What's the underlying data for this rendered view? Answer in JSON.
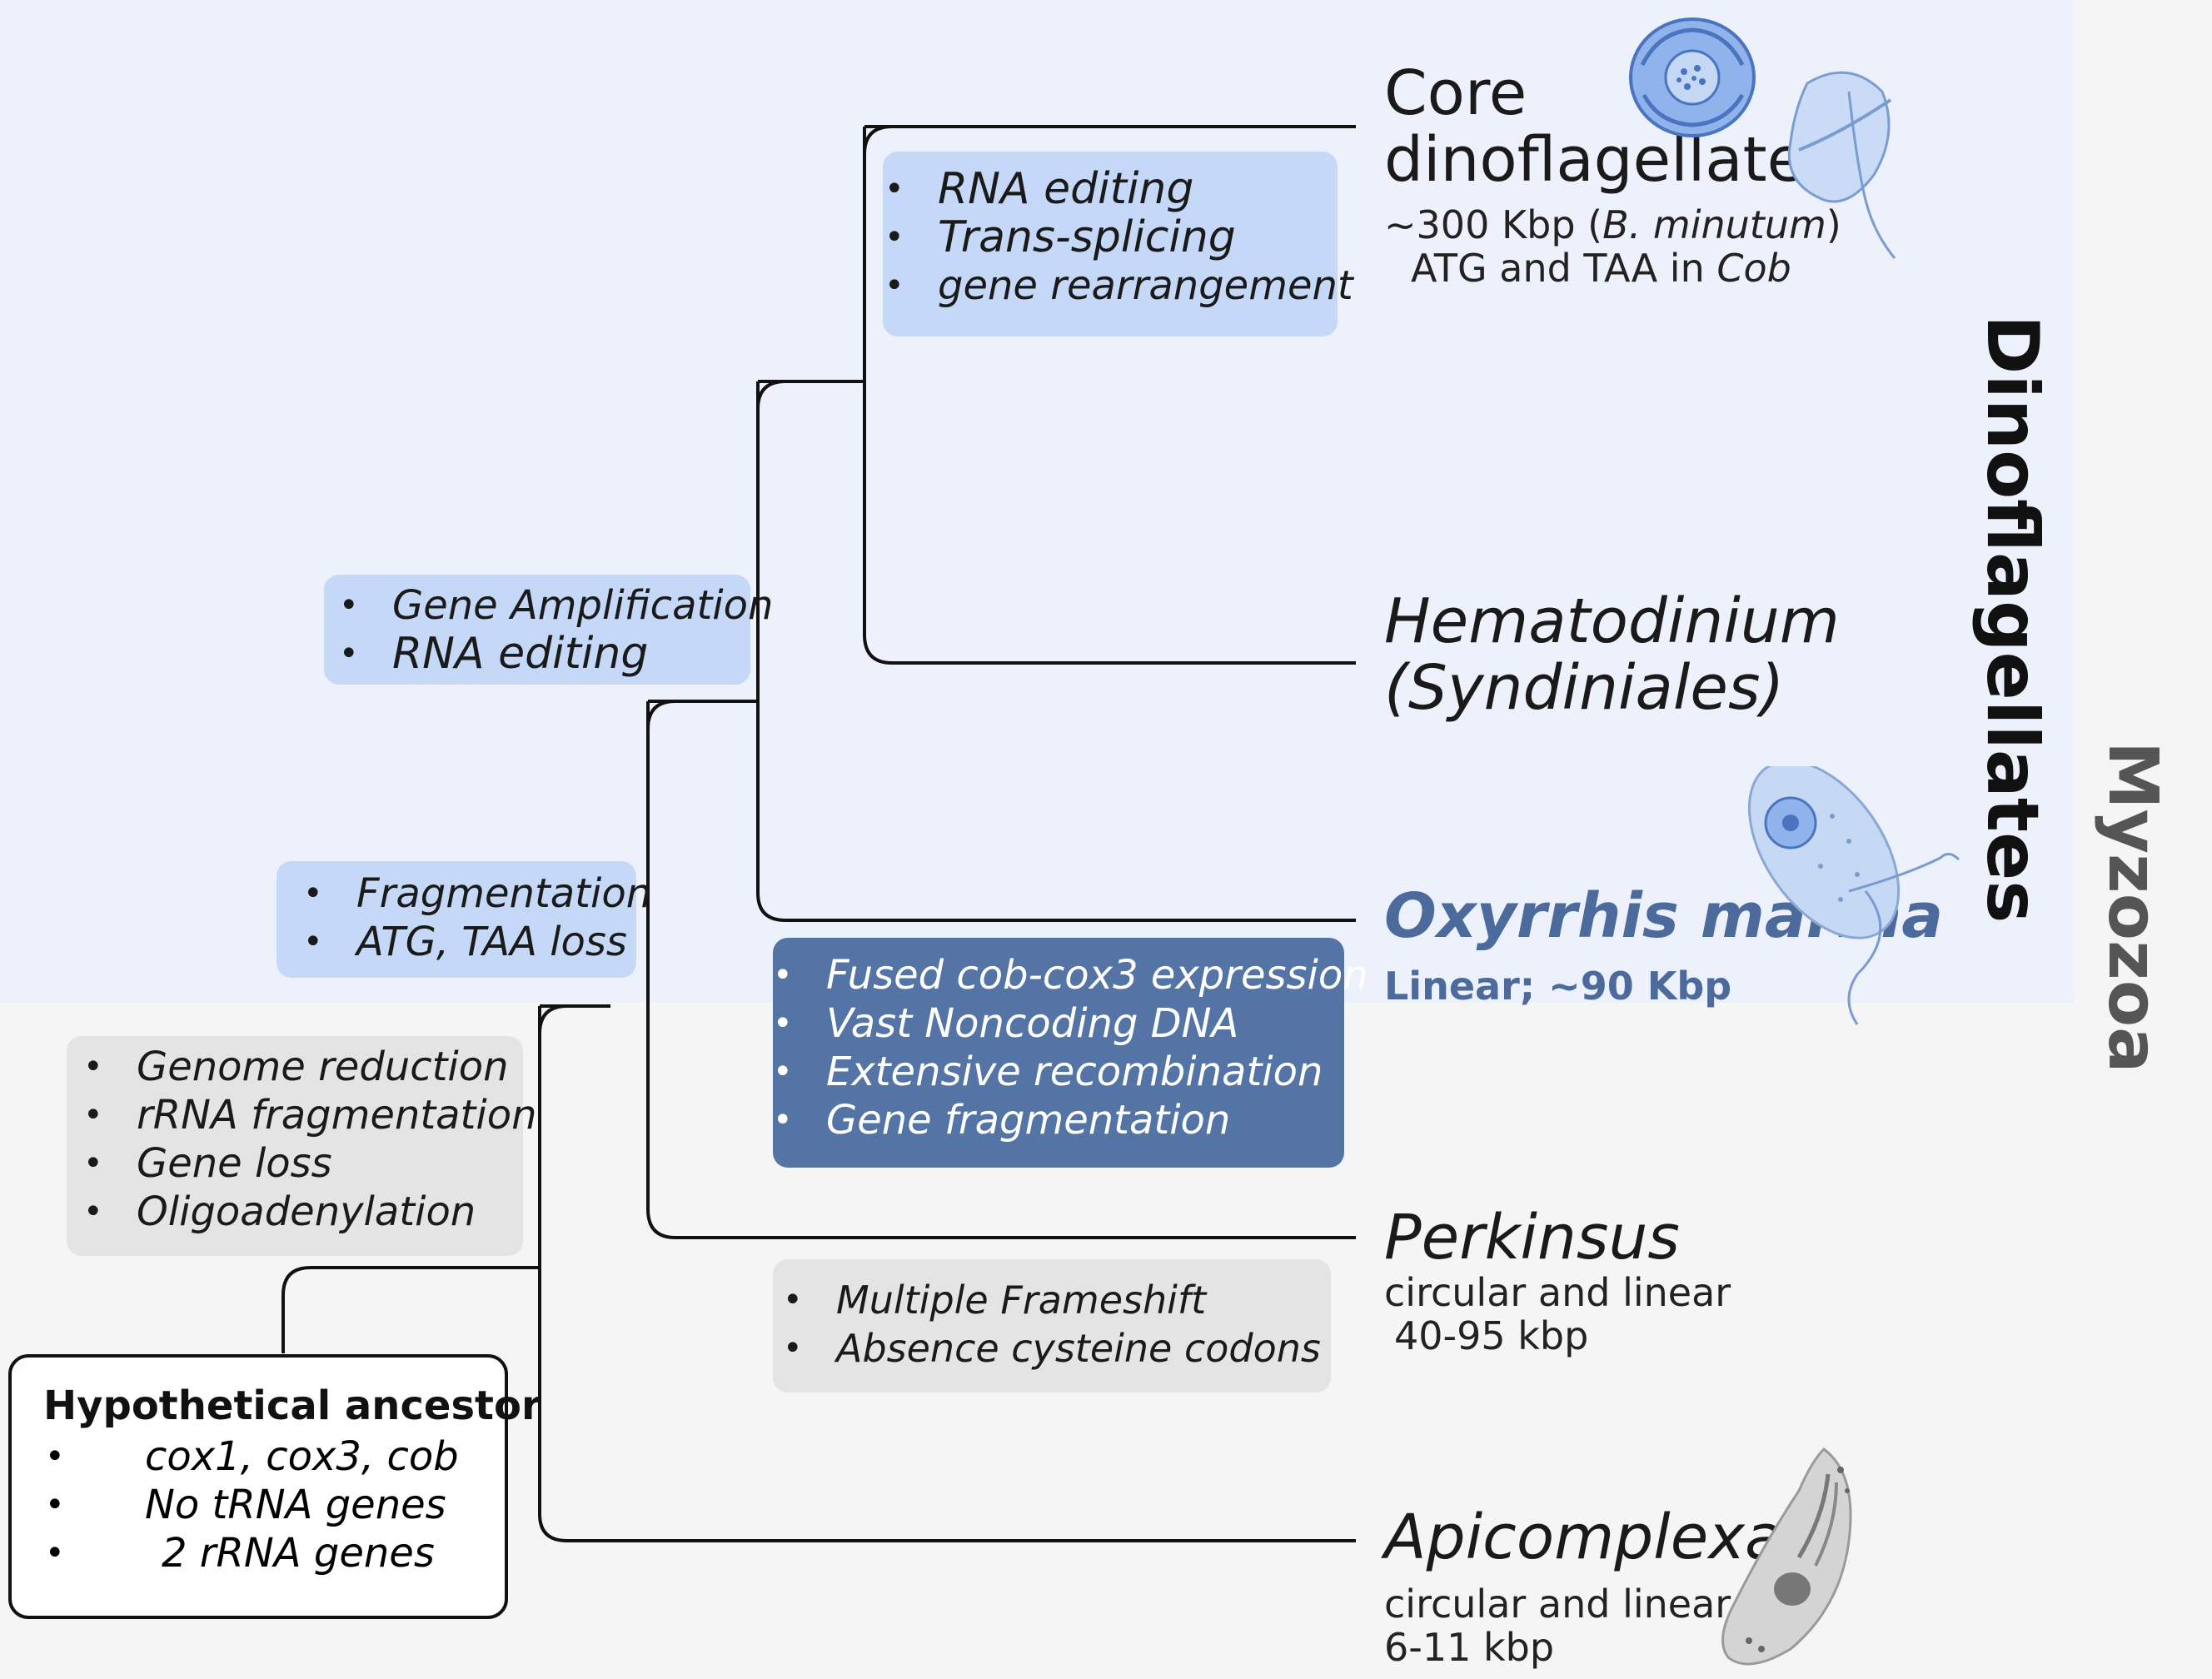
{
  "labels": {
    "dinoflagellates": "Dinoflagellates",
    "myzozoa": "Myzozoa"
  },
  "taxa": {
    "core": {
      "line1": "Core",
      "line2": "dinoflagellates",
      "size_prefix": "~300 Kbp (",
      "size_species": "B. minutum",
      "size_suffix": ")",
      "codon_prefix": "ATG and TAA in ",
      "codon_gene": "Cob"
    },
    "hematodinium": {
      "line1": "Hematodinium",
      "line2": "(Syndiniales)"
    },
    "oxyrrhis": {
      "name": "Oxyrrhis marina",
      "info": "Linear; ~90 Kbp"
    },
    "perkinsus": {
      "name": "Perkinsus",
      "info1": "circular and linear",
      "info2": "40-95 kbp"
    },
    "apicomplexa": {
      "name": "Apicomplexa",
      "info1": "circular and linear",
      "info2": "6-11 kbp"
    }
  },
  "boxes": {
    "core_traits": [
      "RNA editing",
      "Trans-splicing",
      "gene rearrangement"
    ],
    "dino_traits": [
      "Gene Amplification",
      "RNA editing"
    ],
    "fragmentation": [
      "Fragmentation",
      "ATG, TAA loss"
    ],
    "oxyrrhis_traits": [
      "Fused cob-cox3 expression",
      "Vast Noncoding DNA",
      "Extensive recombination",
      "Gene fragmentation"
    ],
    "myzozoa_traits": [
      "Genome reduction",
      "rRNA fragmentation",
      "Gene loss",
      "Oligoadenylation"
    ],
    "perkinsus_traits": [
      "Multiple Frameshift",
      "Absence  cysteine codons"
    ]
  },
  "ancestor": {
    "title": "Hypothetical ancestor",
    "items": [
      "cox1, cox3, cob",
      "No tRNA genes",
      "2 rRNA genes"
    ]
  },
  "colors": {
    "top_band": "#edf1fb",
    "light_box": "#c5d8f7",
    "dark_box": "#5474a6",
    "gray_box": "#e4e4e4",
    "oxyrrhis_text": "#4c6a9c"
  },
  "icons": [
    "dinoflagellate-cell-icon",
    "dinoflagellate-flagellate-icon",
    "oxyrrhis-cell-icon",
    "apicomplexa-cell-icon"
  ]
}
